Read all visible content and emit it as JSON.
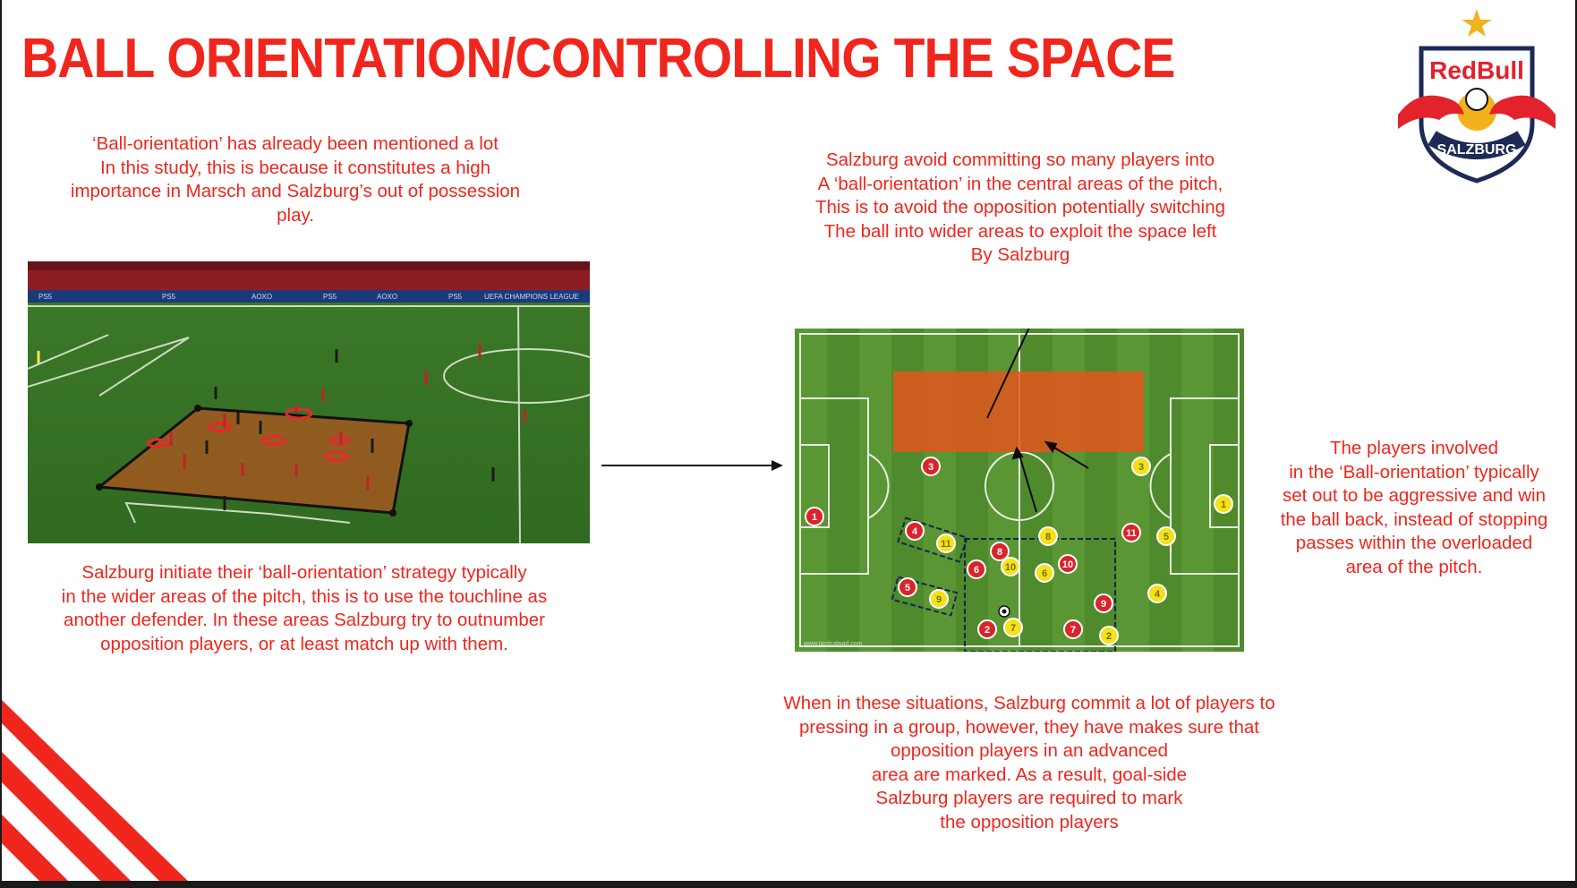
{
  "slide": {
    "title": "BALL ORIENTATION/CONTROLLING THE SPACE",
    "intro_lines": [
      "‘Ball-orientation’ has already been mentioned a lot",
      "In this study, this is because it constitutes a high",
      "importance in Marsch and Salzburg’s out of possession",
      "play."
    ],
    "initiate_lines": [
      "Salzburg initiate their ‘ball-orientation’ strategy typically",
      "in the wider areas of the pitch, this is to use the touchline as",
      "another defender. In these areas Salzburg try to outnumber",
      "opposition players, or at least match up with them."
    ],
    "avoid_lines": [
      "Salzburg avoid committing so many players into",
      "A ‘ball-orientation’ in the central areas of the pitch,",
      "This is to avoid the opposition potentially switching",
      "The ball into wider areas to exploit the space left",
      "By Salzburg"
    ],
    "involved_lines": [
      "The players involved",
      "in the ‘Ball-orientation’ typically",
      "set out to be aggressive and win",
      "the ball back, instead of stopping",
      "passes within the overloaded",
      "area of the pitch."
    ],
    "situations_lines": [
      "When in these situations, Salzburg commit a lot of players to",
      "pressing in a group, however, they have makes sure that",
      "opposition players in an advanced",
      "area are marked. As a result, goal-side",
      "Salzburg players are required to mark",
      "the opposition players"
    ]
  },
  "logo": {
    "wordmark": "RedBull",
    "club": "SALZBURG"
  },
  "photo": {
    "board_texts": [
      "PS5",
      "PS5",
      "AOXO",
      "PS5",
      "AOXO",
      "PS5",
      "UEFA CHAMPIONS LEAGUE"
    ]
  },
  "diagram": {
    "watermark": "www.tacticalpad.com",
    "red_players": [
      "1",
      "3",
      "4",
      "5",
      "6",
      "8",
      "2",
      "10",
      "11",
      "9",
      "7"
    ],
    "yellow_players": [
      "1",
      "3",
      "5",
      "8",
      "11",
      "10",
      "6",
      "9",
      "7",
      "2",
      "4"
    ]
  },
  "colors": {
    "accent": "#f0261d",
    "pitch_green": "#4f8a2c",
    "zone_orange": "#e2561f",
    "yellow_team": "#f3e21a",
    "red_team": "#d9242b"
  }
}
